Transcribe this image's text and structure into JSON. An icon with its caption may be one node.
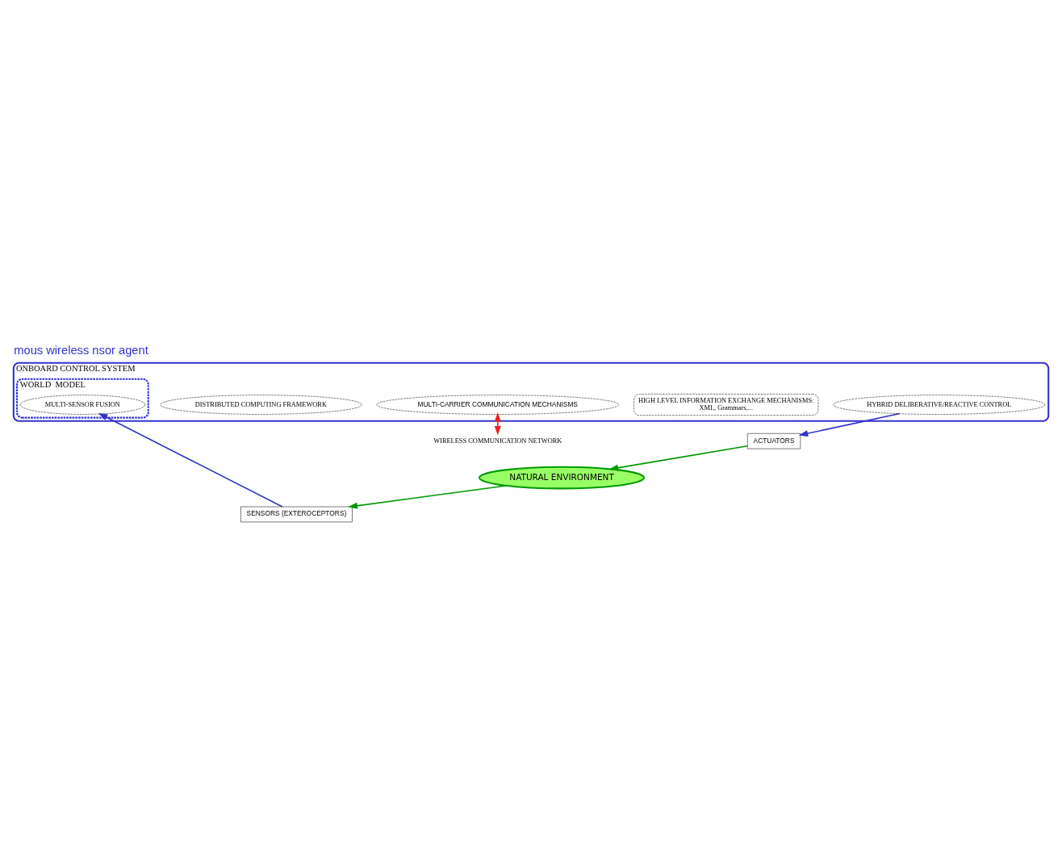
{
  "diagram": {
    "title": "mous wireless nsor agent",
    "nodes": [
      {
        "text": [
          "SENSORS (EXTEROCEPTORS)"
        ]
      },
      {
        "text": [
          "NATURAL ENVIRONMENT"
        ]
      },
      {
        "text": [
          "ACTUATORS"
        ]
      },
      {
        "text": [
          "ONBOARD CONTROL SYSTEM"
        ]
      },
      {
        "text": [
          "WORLD  MODEL"
        ],
        "in": 3
      },
      {
        "text": [
          "MULTI-SENSOR FUSION"
        ],
        "in": 4
      },
      {
        "text": [
          "HIGH LEVEL INFORMATION EXCHANGE MECHANISMS:",
          "XML, Grammars,..."
        ],
        "in": 3
      },
      {
        "text": [
          "MULTI-CARRIER COMMUNICATION MECHANISMS"
        ],
        "in": 3
      },
      {
        "text": [
          "DISTRIBUTED COMPUTING FRAMEWORK"
        ],
        "in": 3
      },
      {
        "text": [
          "HYBRID DELIBERATIVE/REACTIVE CONTROL"
        ],
        "in": 3
      },
      {
        "text": [
          "WIRELESS COMMUNICATION NETWORK"
        ]
      }
    ],
    "edges": [
      {
        "from": 1,
        "to": 0,
        "arrow": "to",
        "color": "#009900"
      },
      {
        "from": 0,
        "to": 5,
        "arrow": "to",
        "color": "#3333cc"
      },
      {
        "from": 9,
        "to": 2,
        "arrow": "to",
        "color": "#3333cc"
      },
      {
        "from": 2,
        "to": 1,
        "arrow": "to",
        "color": "#009900"
      },
      {
        "from": 7,
        "to": 10,
        "arrow": "both",
        "color": "#ee2222"
      }
    ]
  }
}
